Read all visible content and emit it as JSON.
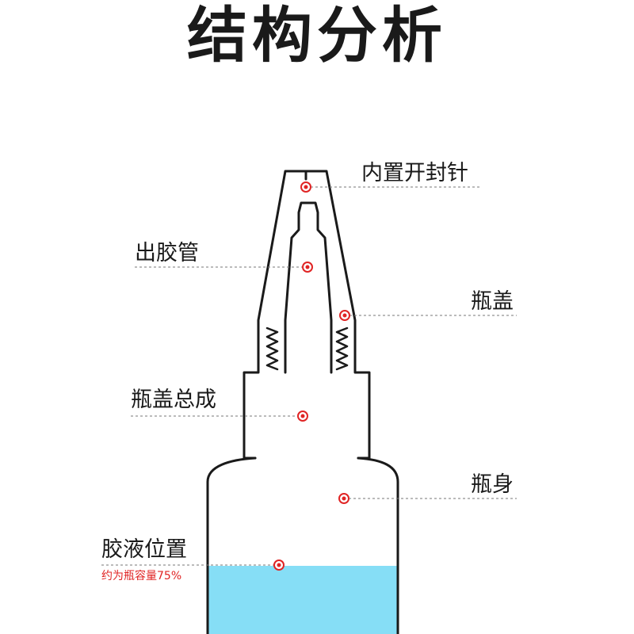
{
  "title": "结构分析",
  "labels": {
    "seal_pin": "内置开封针",
    "nozzle": "出胶管",
    "cap": "瓶盖",
    "cap_assembly": "瓶盖总成",
    "body": "瓶身",
    "glue_level": "胶液位置",
    "glue_note": "约为瓶容量75%"
  },
  "colors": {
    "outline": "#1a1a1a",
    "liquid": "#86def6",
    "marker": "#e02424",
    "note": "#e02424"
  }
}
